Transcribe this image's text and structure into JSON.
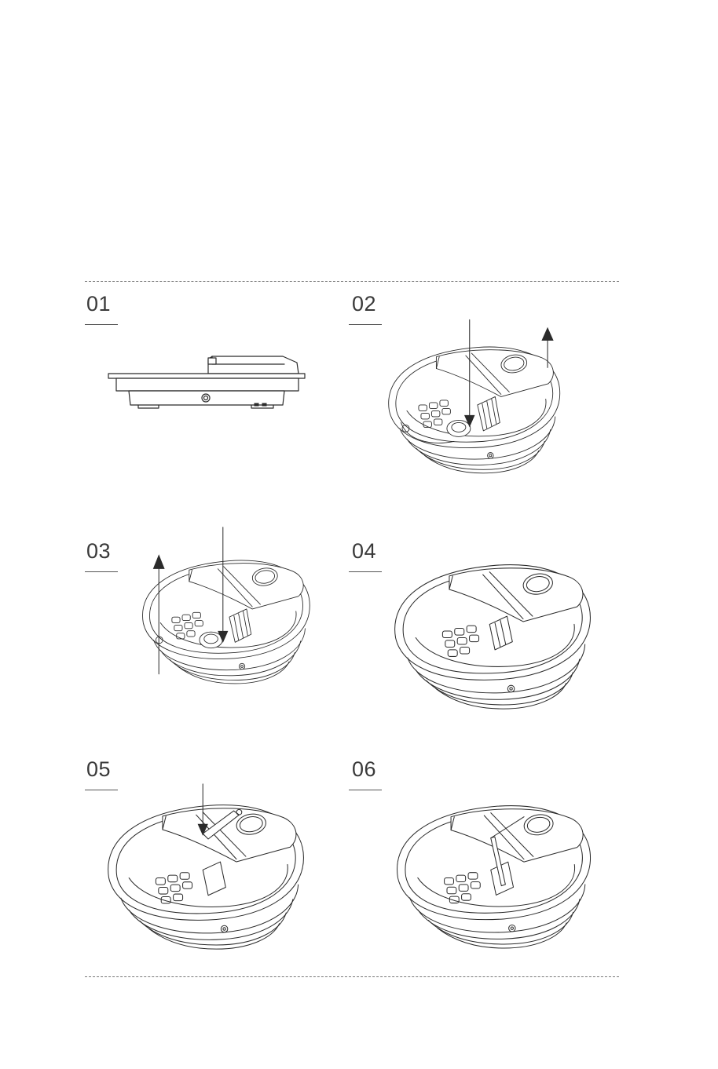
{
  "steps": [
    {
      "number": "01"
    },
    {
      "number": "02"
    },
    {
      "number": "03"
    },
    {
      "number": "04"
    },
    {
      "number": "05"
    },
    {
      "number": "06"
    }
  ],
  "icons": {
    "arrow": "arrow-up-icon",
    "press": "press-arrow-icon"
  }
}
